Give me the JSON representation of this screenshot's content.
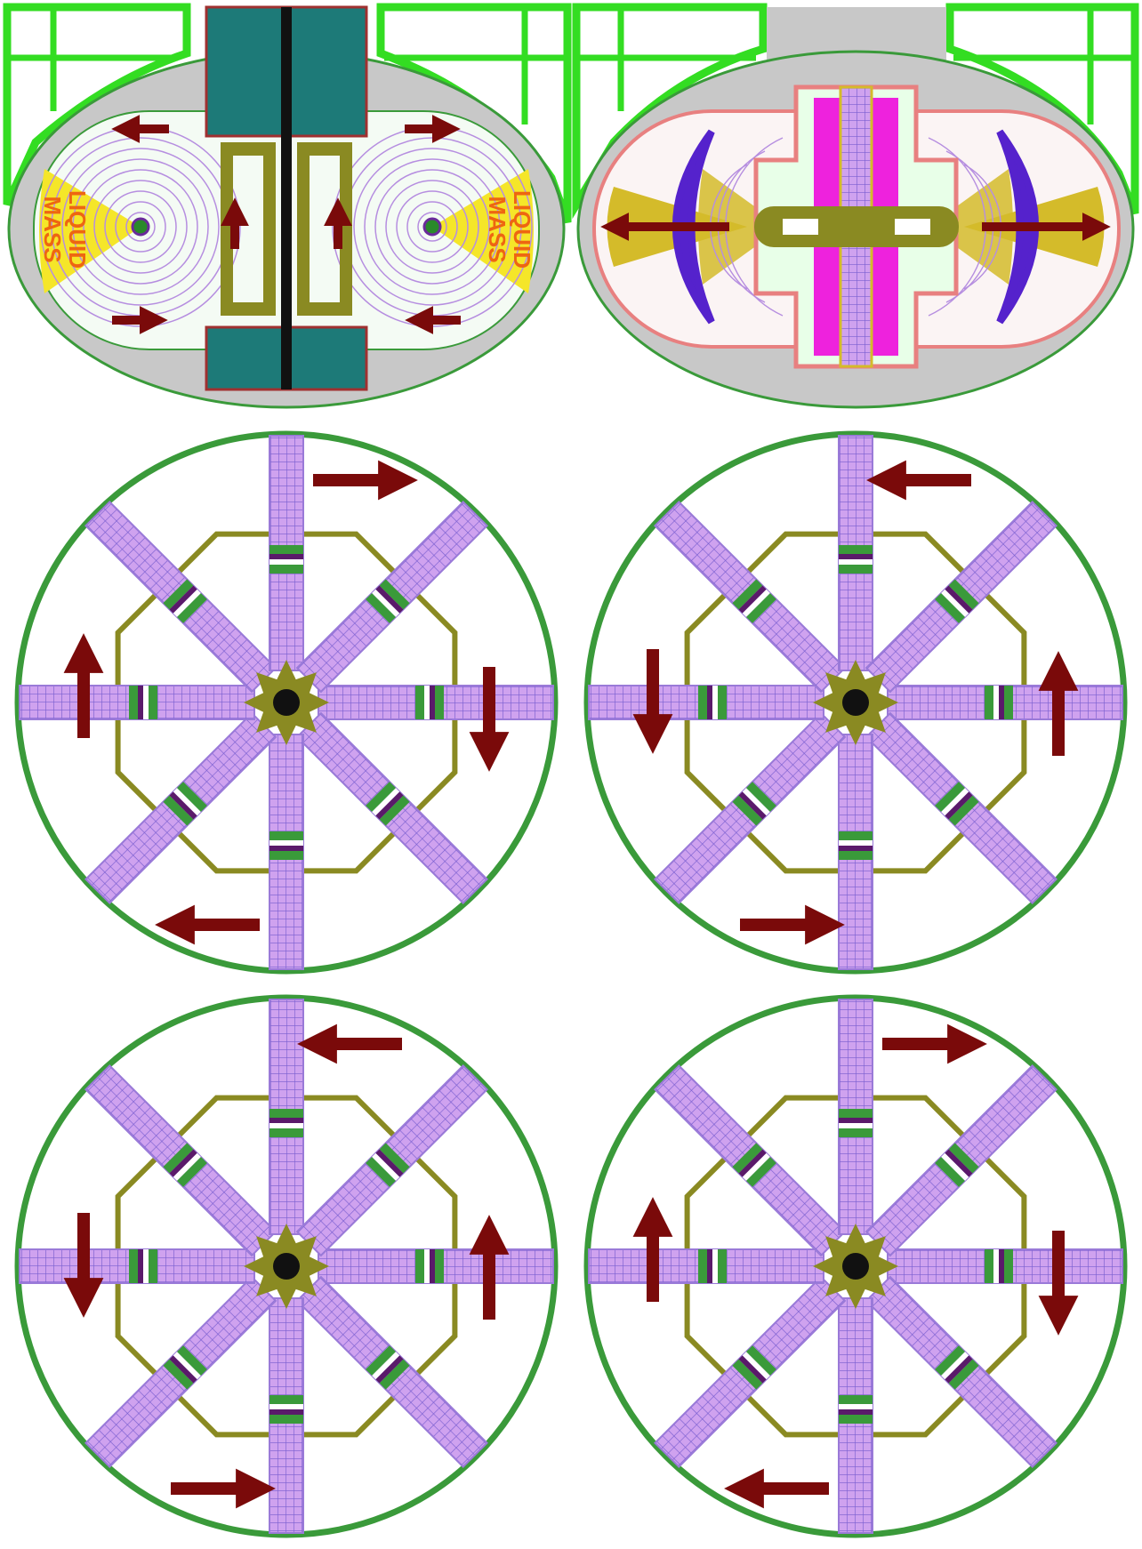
{
  "labels": {
    "liquid_mass_left": {
      "line1": "LIQUID",
      "line2": "MASS"
    },
    "liquid_mass_right": {
      "line1": "LIQUID",
      "line2": "MASS"
    }
  },
  "colors": {
    "frame_green": "#33dd22",
    "shell_green": "#3a9a3a",
    "chamber_gray": "#c8c8c8",
    "teal": "#1d7a78",
    "arrow_red": "#7a0a0a",
    "olive": "#8a8a22",
    "lavender": "#cc99ee",
    "grid_line": "#7a5fd0",
    "yellow": "#f5e629",
    "gold": "#d4bb2a",
    "magenta": "#ee22dd",
    "indigo": "#5522cc",
    "salmon": "#e88080",
    "orange_text": "#ee6611"
  },
  "wheels": [
    {
      "id": "wheel-1",
      "arrows_direction": "clockwise"
    },
    {
      "id": "wheel-2",
      "arrows_direction": "counterclockwise"
    },
    {
      "id": "wheel-3",
      "arrows_direction": "counterclockwise"
    },
    {
      "id": "wheel-4",
      "arrows_direction": "clockwise"
    }
  ]
}
